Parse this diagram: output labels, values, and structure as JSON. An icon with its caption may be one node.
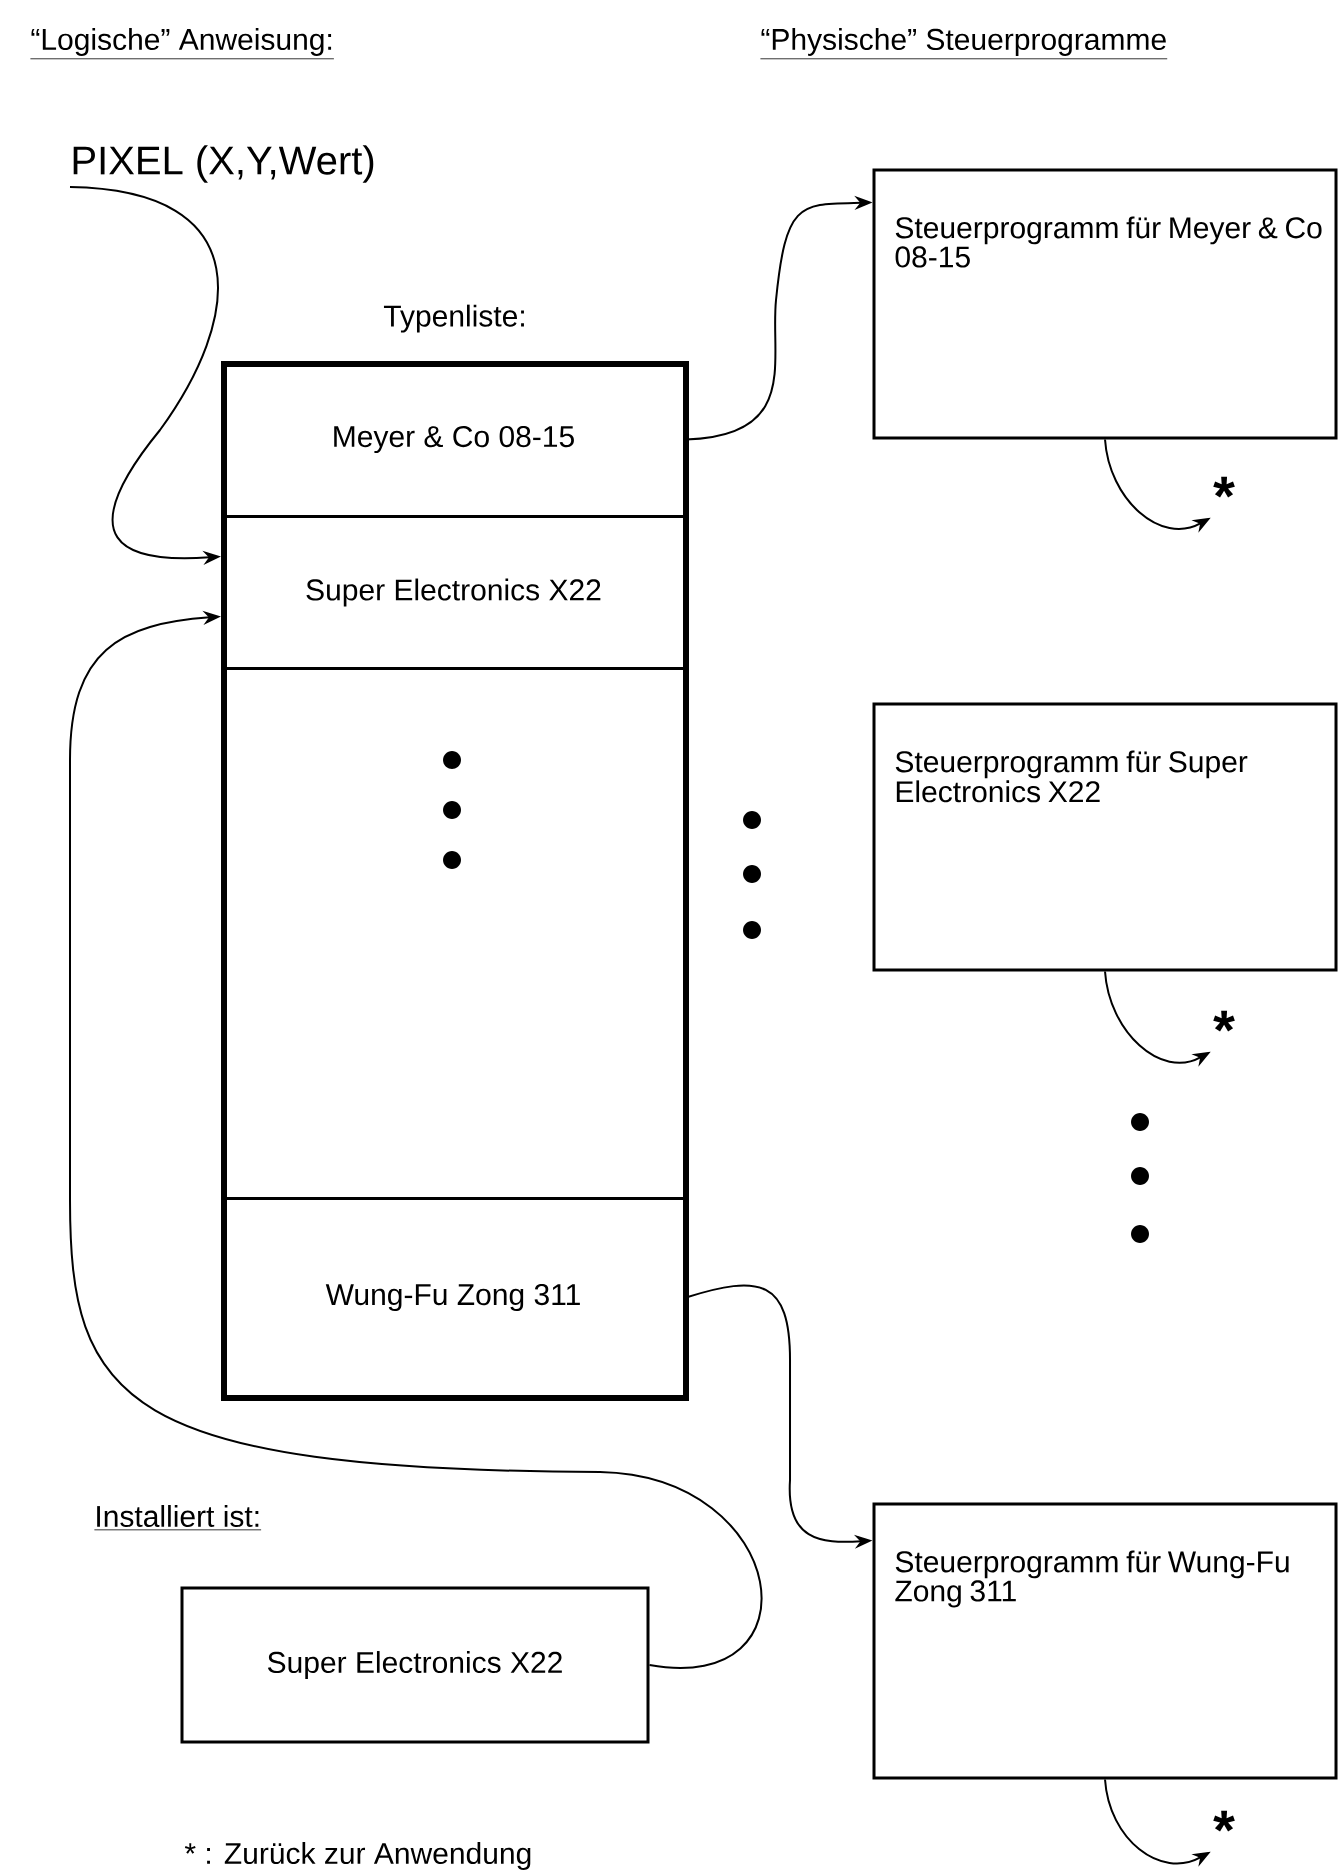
{
  "diagram": {
    "nodes": [
      {
        "text": [
          "PIXEL (X,Y,Wert)"
        ]
      },
      {
        "text": [
          "Typenliste:"
        ]
      },
      {
        "text": [
          "Meyer & Co 08-15"
        ],
        "in": 1
      },
      {
        "text": [
          "Super Electronics X22"
        ],
        "in": 1
      },
      {
        "text": [
          "Wung-Fu Zong 311"
        ],
        "in": 1
      },
      {
        "text": [
          "Steuerprogramm für Meyer & Co 08-15"
        ]
      },
      {
        "text": [
          "Steuerprogramm für Super Electronics X22"
        ]
      },
      {
        "text": [
          "Steuerprogramm für Wung-Fu Zong 311"
        ]
      },
      {
        "text": [
          "Installiert ist:",
          "Super Electronics X22"
        ]
      },
      {
        "text": [
          "*"
        ]
      },
      {
        "text": [
          "*"
        ]
      },
      {
        "text": [
          "*"
        ]
      }
    ],
    "edges": [
      {
        "from": 0,
        "to": 3,
        "arrow": "to"
      },
      {
        "from": 8,
        "to": 3,
        "arrow": "to"
      },
      {
        "from": 2,
        "to": 5,
        "arrow": "to"
      },
      {
        "from": 4,
        "to": 7,
        "arrow": "to"
      },
      {
        "from": 5,
        "to": 9,
        "arrow": "to"
      },
      {
        "from": 6,
        "to": 10,
        "arrow": "to"
      },
      {
        "from": 7,
        "to": 11,
        "arrow": "to"
      }
    ],
    "labels": [
      "“Logische” Anweisung:",
      "“Physische” Steuerprogramme",
      "* : Zurück zur Anwendung"
    ]
  }
}
